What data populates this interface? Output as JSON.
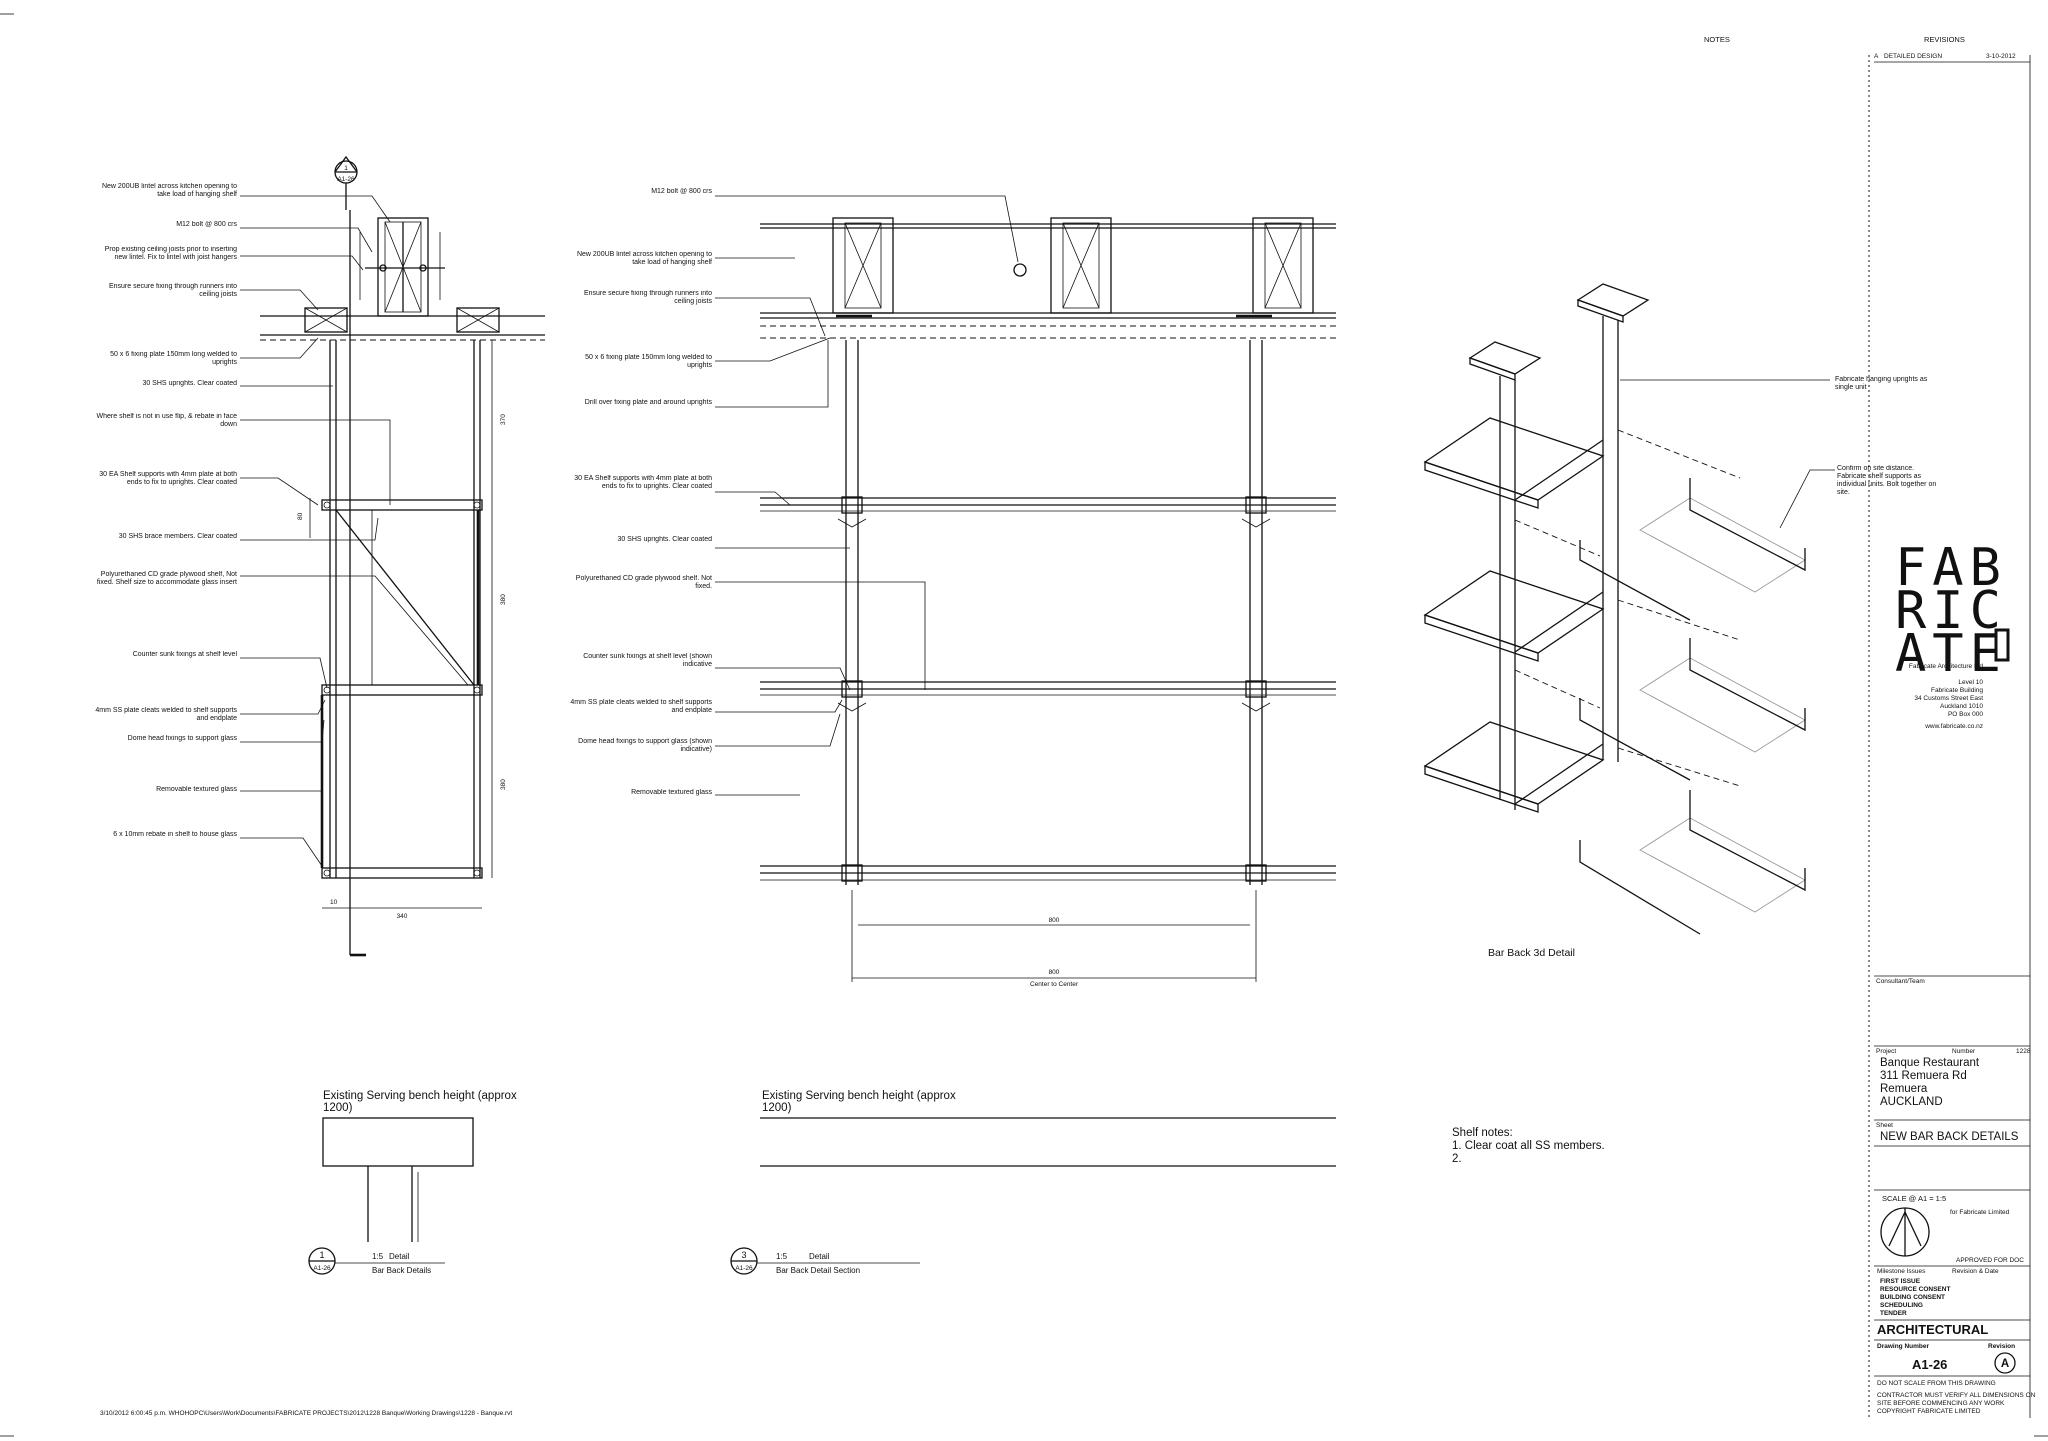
{
  "title_block": {
    "notes_heading": "NOTES",
    "revisions_heading": "REVISIONS",
    "revision_a": {
      "mark": "A",
      "description": "DETAILED DESIGN",
      "date": "3-10-2012"
    },
    "logo_lines": [
      "FAB",
      "RIC",
      "ATE"
    ],
    "company_lines": [
      "Fabricate Architecture Ltd",
      "Level 10",
      "Fabricate Building",
      "34 Customs Street East",
      "Auckland 1010",
      "PO Box 000",
      "www.fabricate.co.nz"
    ],
    "consultant_label": "Consultant/Team",
    "project_label": "Project",
    "number_label": "Number",
    "project_number": "1228",
    "project_lines": [
      "Banque Restaurant",
      "311 Remuera Rd",
      "Remuera",
      "AUCKLAND"
    ],
    "sheet_label": "Sheet",
    "sheet_title": "NEW BAR BACK DETAILS",
    "scale_text": "SCALE @ A1 = 1:5",
    "for_label": "for Fabricate Limited",
    "approved_label": "APPROVED  FOR DOC",
    "issue_heading": "Milestone Issues",
    "rev_date_heading": "Revision & Date",
    "issues": [
      "FIRST ISSUE",
      "RESOURCE CONSENT",
      "BUILDING CONSENT",
      "SCHEDULING",
      "TENDER"
    ],
    "stage": "ARCHITECTURAL",
    "drawing_number_label": "Drawing Number",
    "revision_label": "Revision",
    "drawing_number": "A1-26",
    "revision_mark": "A",
    "scale_note": "DO NOT SCALE FROM THIS DRAWING",
    "fine_print": [
      "CONTRACTOR MUST VERIFY ALL DIMENSIONS ON",
      "SITE BEFORE COMMENCING ANY WORK",
      "COPYRIGHT FABRICATE LIMITED"
    ]
  },
  "detail1": {
    "section_marker": {
      "number": "1",
      "sheet": "A1-26"
    },
    "annotations": [
      "New 200UB lintel across kitchen opening to take load of hanging shelf",
      "M12 bolt @ 800 crs",
      "Prop existing ceiling joists prior to inserting new lintel. Fix to lintel with joist hangers",
      "Ensure secure fixing through runners into ceiling joists",
      "50 x 6 fixing plate 150mm long welded to uprights",
      "30 SHS uprights. Clear coated",
      "Where shelf is not in use flip, & rebate in face down",
      "30 EA Shelf supports with 4mm plate at both ends to fix to uprights. Clear coated",
      "30 SHS brace members. Clear coated",
      "Polyurethaned CD grade plywood shelf, Not fixed. Shelf size to accommodate glass insert",
      "Counter sunk fixings at shelf level",
      "4mm SS plate cleats welded to shelf supports and endplate",
      "Dome head fixings to support glass",
      "Removable textured glass",
      "6 x 10mm rebate in shelf to house glass"
    ],
    "dims": {
      "d370": "370",
      "d380": "380",
      "d380b": "380",
      "d340": "340",
      "d10": "10",
      "d80": "80"
    },
    "bench_note": "Existing Serving bench height (approx 1200)",
    "label_number": "1",
    "label_sheet": "A1-26",
    "label_scale": "1:5",
    "label_kind": "Detail",
    "label_name": "Bar Back Details"
  },
  "detail3": {
    "annotations": [
      "M12 bolt @ 800 crs",
      "New 200UB lintel across kitchen opening to take load of hanging shelf",
      "Ensure secure fixing through runners into ceiling joists",
      "50 x 6 fixing plate 150mm long welded to uprights",
      "Drill over fixing plate and around uprights",
      "30 EA Shelf supports with 4mm plate at both ends to fix to uprights. Clear coated",
      "30 SHS uprights. Clear coated",
      "Polyurethaned CD grade plywood shelf. Not fixed.",
      "Counter sunk fixings at shelf level (shown indicative",
      "4mm SS plate cleats welded to shelf supports and endplate",
      "Dome head fixings to support glass (shown indicative)",
      "Removable textured glass"
    ],
    "dim_inner": "800",
    "dim_outer": "800",
    "dim_outer_sub": "Center to Center",
    "bench_note": "Existing Serving bench height (approx 1200)",
    "label_number": "3",
    "label_sheet": "A1-26",
    "label_scale": "1:5",
    "label_kind": "Detail",
    "label_name": "Bar Back Detail Section"
  },
  "iso": {
    "title": "Bar Back 3d Detail",
    "note_upright": "Fabricate hanging uprights as single unit",
    "note_supports": "Confirm on site distance. Fabricate shelf supports as individual units. Bolt together on site.",
    "shelf_notes_heading": "Shelf notes:",
    "shelf_notes": [
      "1. Clear coat all SS members.",
      "2."
    ]
  },
  "footer_path": "3/10/2012 6:00:45 p.m.      WHOHOPC\\Users\\Work\\Documents\\FABRICATE PROJECTS\\2012\\1228 Banque\\Working Drawings\\1228 - Banque.rvt"
}
